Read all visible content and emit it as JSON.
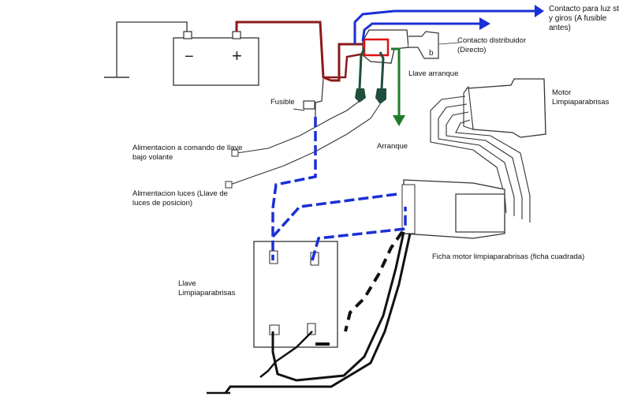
{
  "battery": {
    "minus_symbol": "−",
    "plus_symbol": "+"
  },
  "labels": {
    "contacto_stop": "Contacto para luz stop\ny giros (A fusible\nantes)",
    "contacto_distribuidor": "Contacto distribuidor\n(Directo)",
    "llave_arranque": "Llave arranque",
    "fusible": "Fusible",
    "motor_limpiaparabrisas": "Motor\nLimpiaparabrisas",
    "alimentacion_comando": "Alimentacion a comando de llave\nbajo volante",
    "arranque": "Arranque",
    "alimentacion_luces": "Alimentacion luces (Llave de\nluces de posicion)",
    "ficha_motor": "Ficha motor limpiaparabrisas (ficha cuadrada)",
    "llave_limpiaparabrisas": "Llave\nLimpiaparabrisas"
  },
  "wire_colors": {
    "positive": "#8b1a1a",
    "ignition": "#1a2fd6",
    "starter_green": "#1f7a2a",
    "dark_green": "#1f4f3a",
    "ground_black": "#111111",
    "outline": "#333333",
    "highlight_red": "#e01010"
  },
  "symbols": {
    "terminal_b": "b"
  }
}
